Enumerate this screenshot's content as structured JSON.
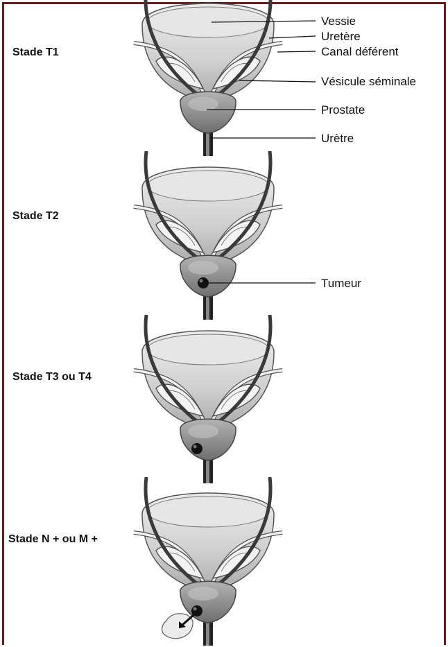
{
  "stages": [
    {
      "label": "Stade T1"
    },
    {
      "label": "Stade T2"
    },
    {
      "label": "Stade T3 ou T4"
    },
    {
      "label": "Stade N + ou M +"
    }
  ],
  "anatomy_labels": {
    "vessie": "Vessie",
    "uretere": "Uretère",
    "canal_deferent": "Canal déférent",
    "vesicule_seminale": "Vésicule séminale",
    "prostate": "Prostate",
    "uretre": "Urètre",
    "tumeur": "Tumeur"
  },
  "colors": {
    "frame": "#6b1a1a",
    "bladder": "#d0d0d0",
    "prostate": "#8a8a8a",
    "ureter": "#3a3a3a",
    "tumor": "#111111"
  }
}
